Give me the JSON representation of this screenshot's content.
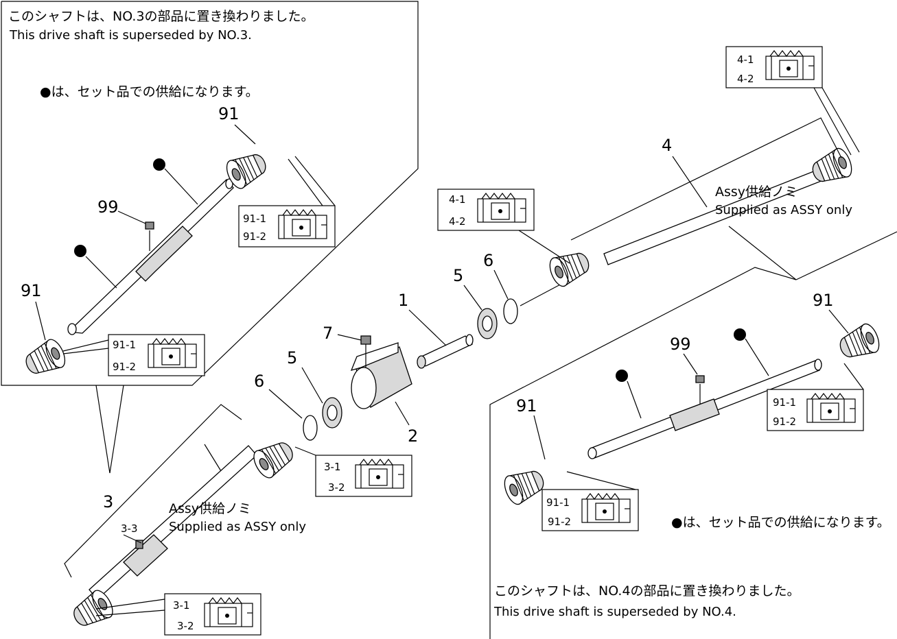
{
  "notes": {
    "left_jp": "このシャフトは、NO.3の部品に置き換わりました。",
    "left_en": "This drive shaft is superseded by NO.3.",
    "left_set": "●は、セット品での供給になります。",
    "right_jp": "このシャフトは、NO.4の部品に置き換わりました。",
    "right_en": "This drive shaft is superseded by NO.4.",
    "right_set": "●は、セット品での供給になります。",
    "assy3_jp": "Assy供給ノミ",
    "assy3_en": "Supplied as ASSY only",
    "assy4_jp": "Assy供給ノミ",
    "assy4_en": "Supplied as ASSY only"
  },
  "callouts": {
    "c1": "1",
    "c2": "2",
    "c3": "3",
    "c3_3": "3-3",
    "c4": "4",
    "c5a": "5",
    "c5b": "5",
    "c6a": "6",
    "c6b": "6",
    "c7": "7",
    "c91_left_top": "91",
    "c91_left_bottom": "91",
    "c99_left": "99",
    "c91_right_top": "91",
    "c91_right_bottom": "91",
    "c99_right": "99"
  },
  "insets": [
    {
      "a": "4-1",
      "b": "4-2"
    },
    {
      "a": "4-1",
      "b": "4-2"
    },
    {
      "a": "91-1",
      "b": "91-2"
    },
    {
      "a": "91-1",
      "b": "91-2"
    },
    {
      "a": "3-1",
      "b": "3-2"
    },
    {
      "a": "3-1",
      "b": "3-2"
    },
    {
      "a": "91-1",
      "b": "91-2"
    },
    {
      "a": "91-1",
      "b": "91-2"
    }
  ]
}
